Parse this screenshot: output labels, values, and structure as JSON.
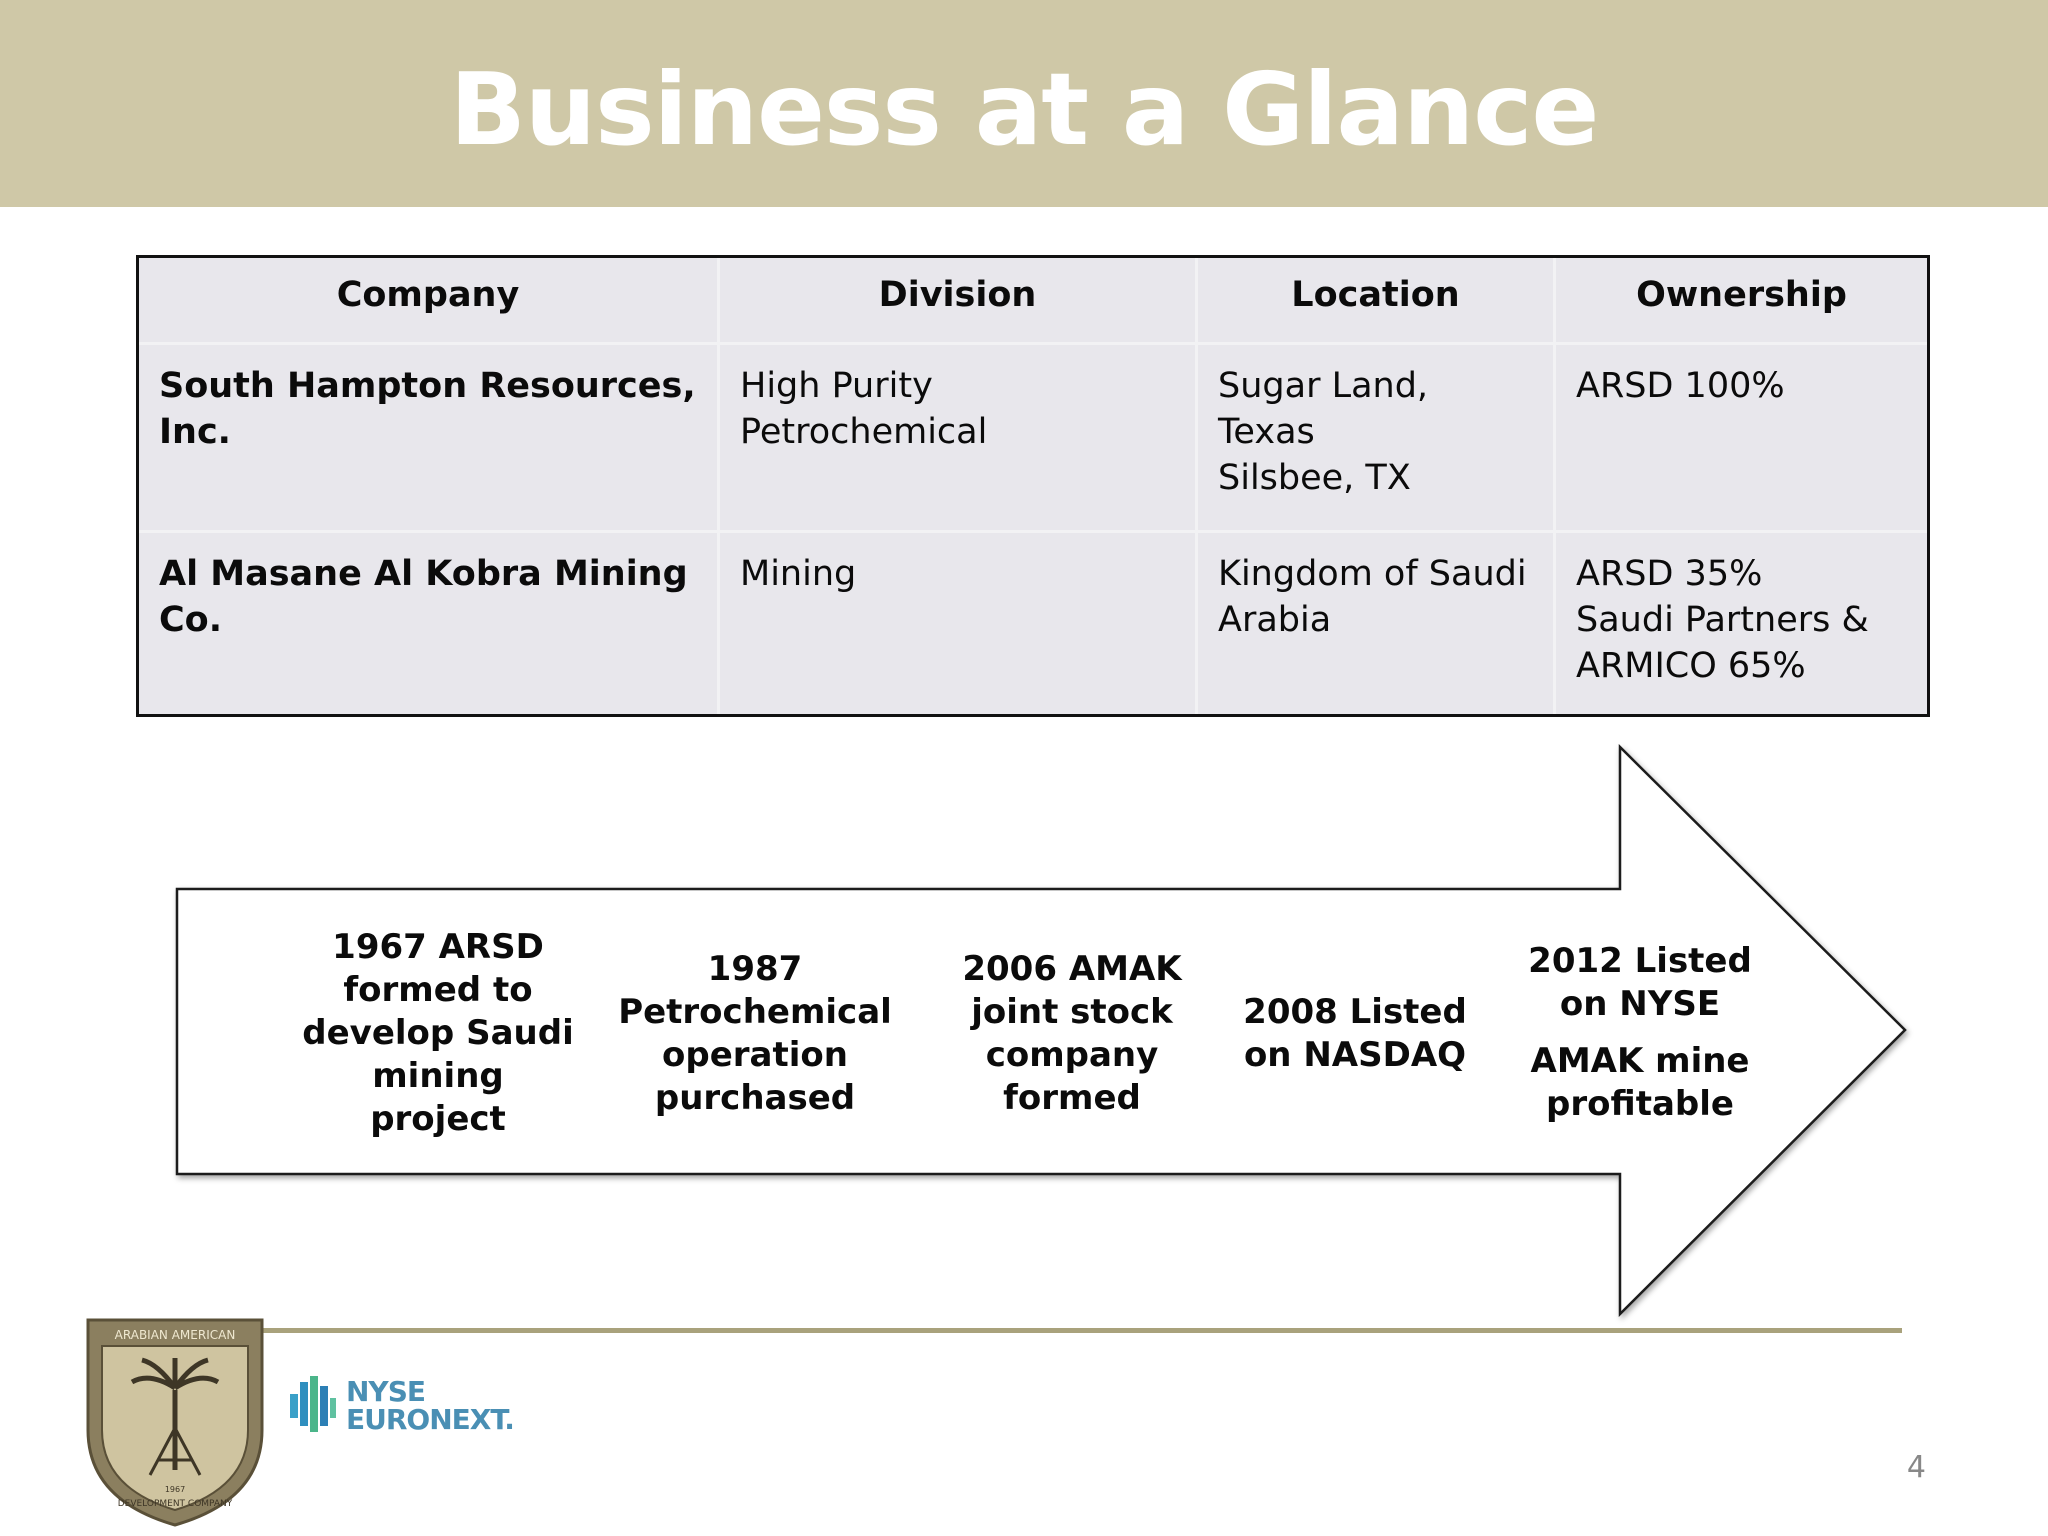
{
  "slide": {
    "title": "Business at a Glance",
    "page_number": "4",
    "colors": {
      "title_band": "#cfc8a7",
      "title_text": "#ffffff",
      "table_bg": "#e8e7ec",
      "footer_rule": "#a9a27c"
    }
  },
  "table": {
    "headers": [
      "Company",
      "Division",
      "Location",
      "Ownership"
    ],
    "rows": [
      {
        "company": "South Hampton Resources, Inc.",
        "division": "High Purity Petrochemical",
        "location": "Sugar Land, Texas\nSilsbee, TX",
        "ownership": "ARSD 100%"
      },
      {
        "company": "Al Masane Al Kobra Mining Co.",
        "division": "Mining",
        "location": "Kingdom of Saudi\nArabia",
        "ownership": "ARSD 35%\nSaudi Partners &\nARMICO 65%"
      }
    ]
  },
  "timeline": {
    "events": [
      "1967 ARSD\nformed to\ndevelop Saudi\nmining\nproject",
      "1987\nPetrochemical\noperation\npurchased",
      "2006 AMAK\njoint stock\ncompany\nformed",
      "2008 Listed\non NASDAQ",
      "2012 Listed\non NYSE"
    ],
    "extra": "AMAK mine\nprofitable"
  },
  "footer": {
    "seal_top_text": "ARABIAN AMERICAN",
    "seal_bottom_text": "DEVELOPMENT COMPANY",
    "seal_year": "1967",
    "exchange_line1": "NYSE",
    "exchange_line2": "EURONEXT."
  }
}
